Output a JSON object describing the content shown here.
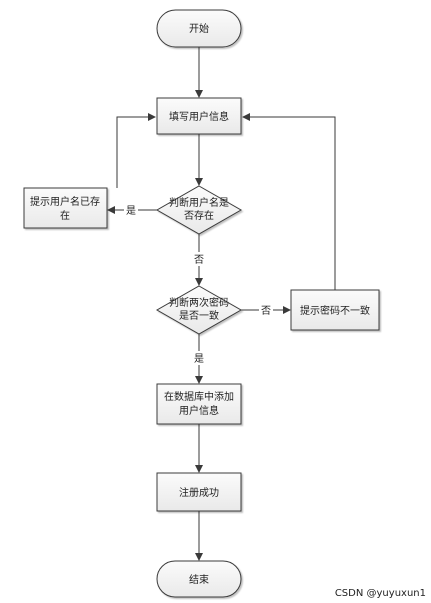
{
  "diagram": {
    "nodes": {
      "start": "开始",
      "fill_info": "填写用户信息",
      "check_name_l1": "判断用户名是",
      "check_name_l2": "否存在",
      "name_exists_l1": "提示用户名已存",
      "name_exists_l2": "在",
      "check_pwd_l1": "判断两次密码",
      "check_pwd_l2": "是否一致",
      "pwd_mismatch": "提示密码不一致",
      "add_db_l1": "在数据库中添加",
      "add_db_l2": "用户信息",
      "register_ok": "注册成功",
      "end": "结束"
    },
    "edge_labels": {
      "name_yes": "是",
      "name_no": "否",
      "pwd_no": "否",
      "pwd_yes": "是"
    }
  },
  "watermark": "CSDN @yuyuxun1",
  "colors": {
    "node_fill": "#f2f2f2",
    "terminal_fill": "#f2f2f2",
    "stroke": "#3a3a3a"
  }
}
